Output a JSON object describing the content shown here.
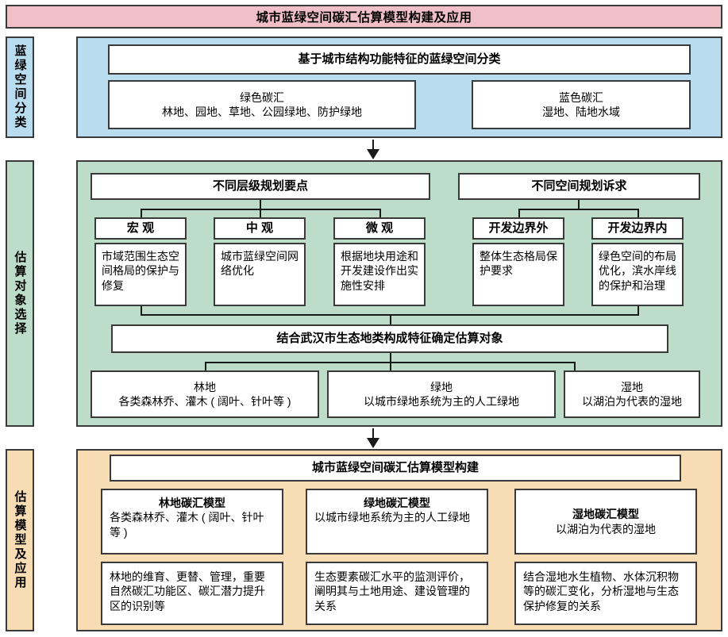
{
  "title": "城市蓝绿空间碳汇估算模型构建及应用",
  "bands": [
    {
      "label": "蓝绿空间分类"
    },
    {
      "label": "估算对象选择"
    },
    {
      "label": "估算模型及应用"
    }
  ],
  "band1": {
    "header": "基于城市结构功能特征的蓝绿空间分类",
    "cards": [
      {
        "title": "绿色碳汇",
        "desc": "林地、园地、草地、公园绿地、防护绿地"
      },
      {
        "title": "蓝色碳汇",
        "desc": "湿地、陆地水域"
      }
    ]
  },
  "band2": {
    "group_left": "不同层级规划要点",
    "group_right": "不同空间规划诉求",
    "levels": [
      {
        "title": "宏 观",
        "desc": "市域范围生态空间格局的保护与修复"
      },
      {
        "title": "中 观",
        "desc": "城市蓝绿空间网络优化"
      },
      {
        "title": "微 观",
        "desc": "根据地块用途和开发建设作出实施性安排"
      },
      {
        "title": "开发边界外",
        "desc": "整体生态格局保护要求"
      },
      {
        "title": "开发边界内",
        "desc": "绿色空间的布局优化，滨水岸线的保护和治理"
      }
    ],
    "synthesis": "结合武汉市生态地类构成特征确定估算对象",
    "objects": [
      {
        "title": "林地",
        "desc": "各类森林乔、灌木 ( 阔叶、针叶等 )"
      },
      {
        "title": "绿地",
        "desc": "以城市绿地系统为主的人工绿地"
      },
      {
        "title": "湿地",
        "desc": "以湖泊为代表的湿地"
      }
    ]
  },
  "band3": {
    "header": "城市蓝绿空间碳汇估算模型构建",
    "models": [
      {
        "title": "林地碳汇模型",
        "desc": "各类森林乔、灌木 ( 阔叶、针叶等 )"
      },
      {
        "title": "绿地碳汇模型",
        "desc": "以城市绿地系统为主的人工绿地"
      },
      {
        "title": "湿地碳汇模型",
        "desc": "以湖泊为代表的湿地"
      }
    ],
    "applications": [
      "林地的维育、更替、管理，重要自然碳汇功能区、碳汇潜力提升区的识别等",
      "生态要素碳汇水平的监测评价，阐明其与土地用途、建设管理的关系",
      "结合湿地水生植物、水体沉积物等的碳汇变化，分析湿地与生态保护修复的关系"
    ]
  },
  "colors": {
    "title_bar": "#f1bfc8",
    "band1": "#b9dcee",
    "band2": "#bddcc9",
    "band3": "#f8dcb4",
    "border": "#3a3a3a",
    "connector": "#1a1a1a"
  }
}
